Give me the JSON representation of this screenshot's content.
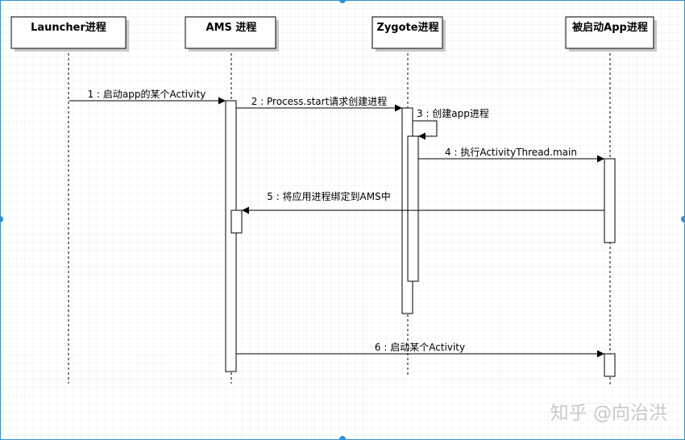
{
  "participants": [
    {
      "label": "Launcher进程"
    },
    {
      "label": "AMS 进程"
    },
    {
      "label": "Zygote进程"
    },
    {
      "label": "被启动App进程"
    }
  ],
  "messages": [
    {
      "label": "1 : 启动app的某个Activity",
      "from": "Launcher进程",
      "to": "AMS 进程"
    },
    {
      "label": "2 : Process.start请求创建进程",
      "from": "AMS 进程",
      "to": "Zygote进程"
    },
    {
      "label": "3 : 创建app进程",
      "from": "Zygote进程",
      "to": "Zygote进程"
    },
    {
      "label": "4 : 执行ActivityThread.main",
      "from": "Zygote进程",
      "to": "被启动App进程"
    },
    {
      "label": "5 : 将应用进程绑定到AMS中",
      "from": "被启动App进程",
      "to": "AMS 进程"
    },
    {
      "label": "6 : 启动某个Activity",
      "from": "AMS 进程",
      "to": "被启动App进程"
    }
  ],
  "watermark": "知乎 @向治洪",
  "colors": {
    "frame": "#2f8fd6",
    "grid": "#eeeeee",
    "line": "#000000",
    "shadow": "#c8c8c8"
  }
}
